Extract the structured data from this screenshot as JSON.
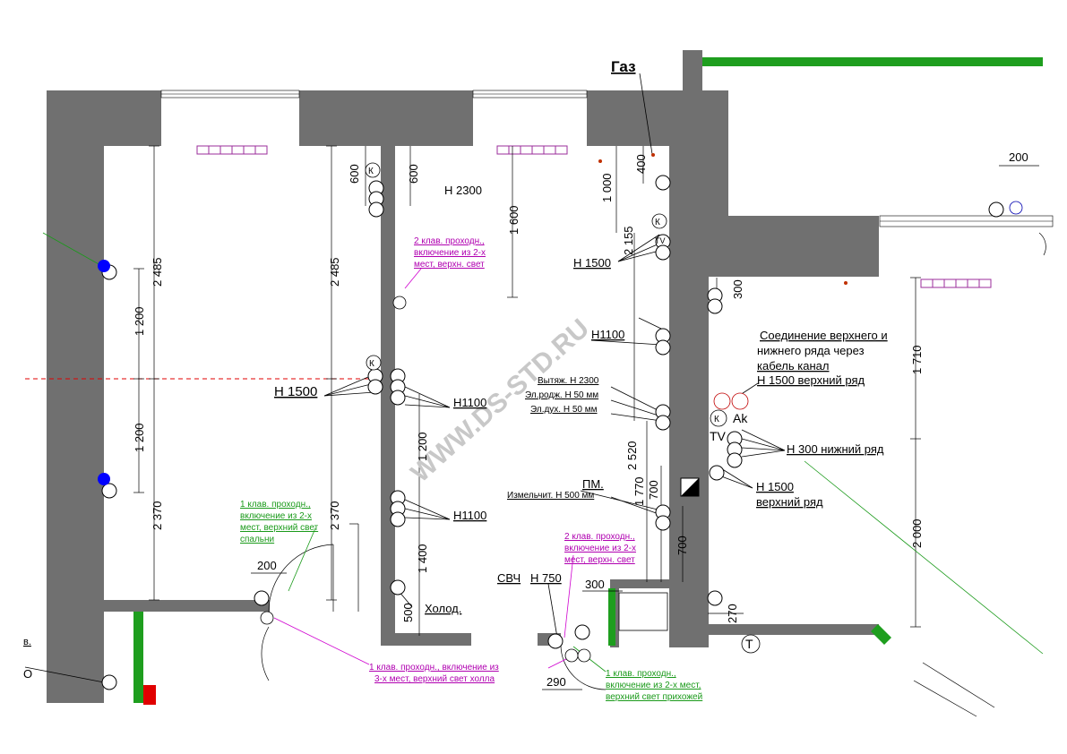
{
  "labels": {
    "gas": "Газ",
    "h2300": "H 2300",
    "h1500_left": "H 1500",
    "h1500_center": "H 1500",
    "h1100_a": "H1100",
    "h1100_b": "H1100",
    "h1100_c": "H1100",
    "kholod": "Холод.",
    "svch": "СВЧ",
    "h750": "H 750",
    "pm": "ПМ.",
    "vytyazh": "Вытяж. H 2300",
    "el_podzh": "Эл.родж. H 50 мм",
    "el_dukh": "Эл.дух. H 50 мм",
    "izmelchit": "Измельчит. H 500 мм",
    "h300_nizhniy": "H 300 нижний ряд",
    "h1500_verkh_1": "H 1500",
    "h1500_verkh_2": "верхний ряд",
    "soed_1": "Соединение верхнего и",
    "soed_2": "нижнего ряда через",
    "soed_3": "кабель канал",
    "soed_4": "H 1500 верхний ряд",
    "edge_v": "в.",
    "edge_o": "О",
    "k1": "К",
    "k2": "К",
    "k3": "К",
    "tv1": "TV",
    "tv2": "TV",
    "ak": "Ak",
    "t": "Т"
  },
  "notes": {
    "two_key_1": [
      "2 клав. проходн.,",
      "включение из 2-х",
      "мест, верхн. свет"
    ],
    "two_key_2": [
      "2 клав. проходн.,",
      "включение из 2-х",
      "мест, верхн. свет"
    ],
    "one_key_bedroom": [
      "1 клав. проходн.,",
      "включение из 2-х",
      "мест,  верхний свет",
      "спальни"
    ],
    "one_key_hall": [
      "1 клав. проходн., включение из",
      "3-х мест,  верхний свет холла"
    ],
    "one_key_hallway": [
      "1 клав. проходн.,",
      "включение из 2-х мест,",
      "верхний свет прихожей"
    ]
  },
  "dimensions": {
    "d2485a": "2 485",
    "d1200a": "1 200",
    "d1200b": "1 200",
    "d2370a": "2 370",
    "d600a": "600",
    "d2485b": "2 485",
    "d2370b": "2 370",
    "d600b": "600",
    "d1600": "1 600",
    "d1200c": "1 200",
    "d1400": "1 400",
    "d500": "500",
    "d1000": "1 000",
    "d400": "400",
    "d2155": "2 155",
    "d2520": "2 520",
    "d1770": "1 770",
    "d700a": "700",
    "d700b": "700",
    "d300a": "300",
    "d290": "290",
    "d200a": "200",
    "d200b": "200",
    "d300b": "300",
    "d1710": "1 710",
    "d2000": "2 000",
    "d270": "270"
  },
  "watermark": "WWW.DS-STD.RU",
  "colors": {
    "wall": "#707070",
    "magenta": "#b000b0",
    "green": "#1a9a1a",
    "lime_wall": "#1e9e1e",
    "radiator": "#9b2d9b",
    "blue_marker": "#0000ff",
    "red_box": "#e00000",
    "axis": "#e00000"
  }
}
